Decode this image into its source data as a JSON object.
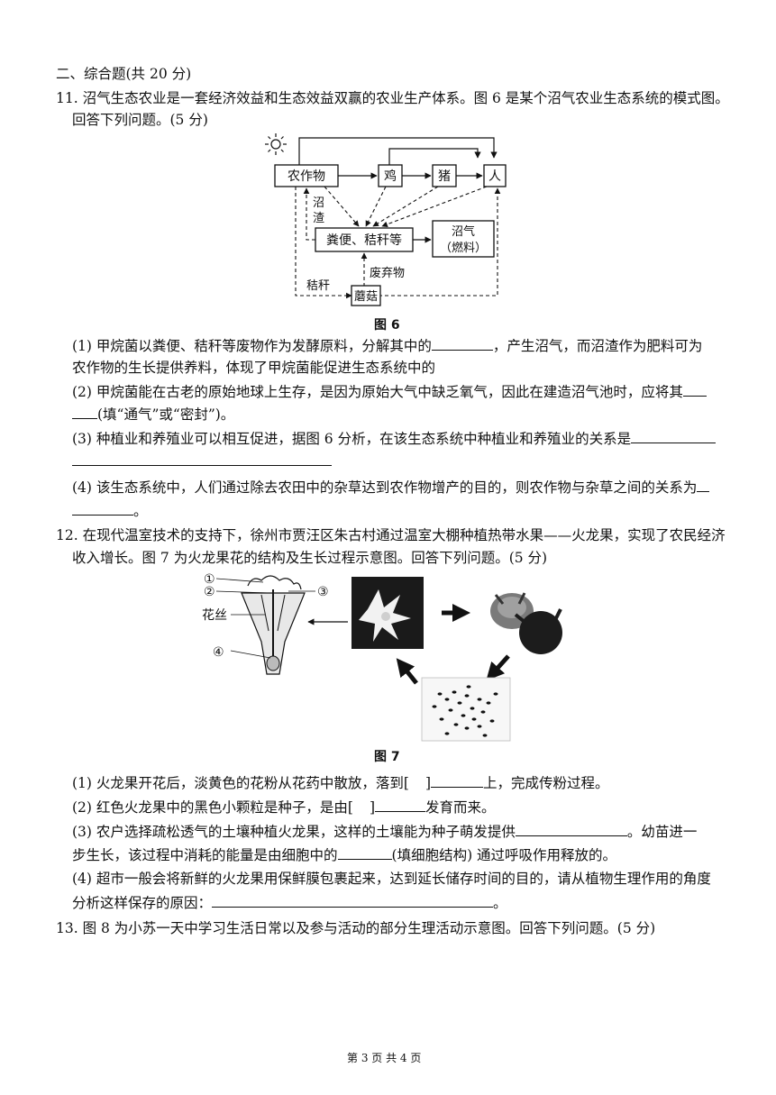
{
  "section_title": "二、综合题(共 20 分)",
  "q11": {
    "stem_line1": "11. 沼气生态农业是一套经济效益和生态效益双赢的农业生产体系。图 6 是某个沼气农业生态系统的模式图。",
    "stem_line2": "回答下列问题。(5 分)",
    "figure": {
      "caption": "图 6",
      "boxes": {
        "crops": "农作物",
        "chicken": "鸡",
        "pig": "猪",
        "human": "人",
        "feces": "粪便、秸秆等",
        "biogas_line1": "沼气",
        "biogas_line2": "（燃料）",
        "mushroom": "蘑菇"
      },
      "labels": {
        "residue_1": "沼",
        "residue_2": "渣",
        "waste": "废弃物",
        "straw": "秸秆"
      },
      "icons": [
        "sun-icon"
      ]
    },
    "p1_a": "(1) 甲烷菌以粪便、秸秆等废物作为发酵原料，分解其中的",
    "p1_b": "，产生沼气，而沼渣作为肥料可为",
    "p1_c": "农作物的生长提供养料，体现了甲烷菌能促进生态系统中的",
    "p2_a": "(2) 甲烷菌能在古老的原始地球上生存，是因为原始大气中缺乏氧气，因此在建造沼气池时，应将其",
    "p2_b": "(填“通气”或“密封”)。",
    "p3_a": "(3) 种植业和养殖业可以相互促进，据图 6 分析，在该生态系统中种植业和养殖业的关系是",
    "p4_a": "(4) 该生态系统中，人们通过除去农田中的杂草达到农作物增产的目的，则农作物与杂草之间的关系为",
    "period": "。"
  },
  "q12": {
    "stem_line1": "12. 在现代温室技术的支持下，徐州市贾汪区朱古村通过温室大棚种植热带水果——火龙果，实现了农民经济",
    "stem_line2": "收入增长。图 7 为火龙果花的结构及生长过程示意图。回答下列问题。(5 分)",
    "figure": {
      "caption": "图 7",
      "labels": {
        "n1": "①",
        "n2": "②",
        "n3": "③",
        "n4": "④",
        "filament": "花丝"
      }
    },
    "p1_a": "(1) 火龙果开花后，淡黄色的花粉从花药中散放，落到[",
    "p1_b": "]",
    "p1_c": "上，完成传粉过程。",
    "p2_a": "(2) 红色火龙果中的黑色小颗粒是种子，是由[",
    "p2_b": "]",
    "p2_c": "发育而来。",
    "p3_a": "(3) 农户选择疏松透气的土壤种植火龙果，这样的土壤能为种子萌发提供",
    "p3_b": "。幼苗进一",
    "p3_c": "步生长，该过程中消耗的能量是由细胞中的",
    "p3_d": "(填细胞结构) 通过呼吸作用释放的。",
    "p4_a": "(4) 超市一般会将新鲜的火龙果用保鲜膜包裹起来，达到延长储存时间的目的，请从植物生理作用的角度",
    "p4_b": "分析这样保存的原因：",
    "period": "。"
  },
  "q13": {
    "stem": "13. 图 8 为小苏一天中学习生活日常以及参与活动的部分生理活动示意图。回答下列问题。(5 分)"
  },
  "footer": "第 3 页 共 4 页"
}
